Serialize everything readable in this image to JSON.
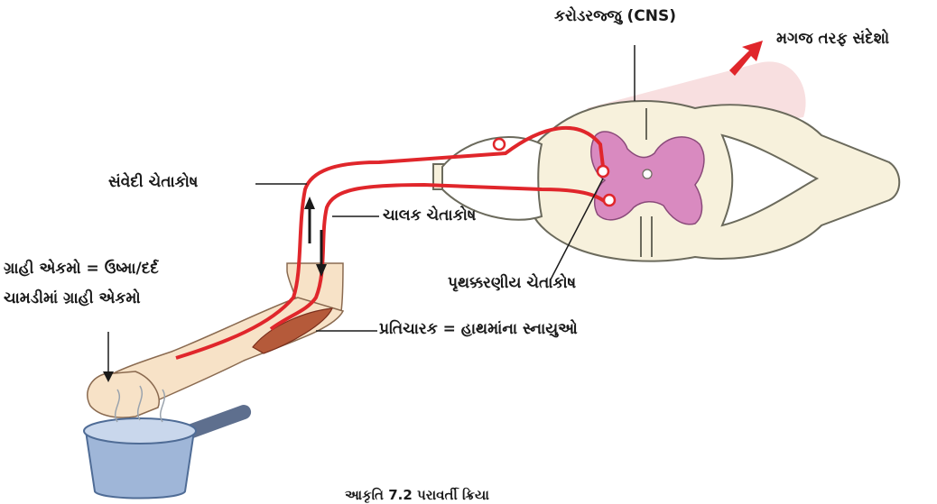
{
  "labels": {
    "cns": "કરોડરજ્જુ (CNS)",
    "to_brain": "મગજ તરફ સંદેશો",
    "sensory_neuron": "સંવેદી ચેતાકોષ",
    "motor_neuron": "ચાલક ચેતાકોષ",
    "receptor_line1": "ગ્રાહી એકમો = ઉષ્મા/દર્દ",
    "receptor_line2": "ચામડીમાં ગ્રાહી એકમો",
    "relay_neuron": "પૃથક્કરણીય ચેતાકોષ",
    "effector": "પ્રતિચારક = હાથમાંના સ્નાયુઓ"
  },
  "caption": "આકૃતિ 7.2 પરાવર્તી ક્રિયા",
  "colors": {
    "nerve": "#e0262b",
    "grey_matter": "#d98ac0",
    "white_matter": "#f7f1dc",
    "skin": "#f7e2c7",
    "pot": "#9fb6d8",
    "arrow": "#e0262b"
  }
}
